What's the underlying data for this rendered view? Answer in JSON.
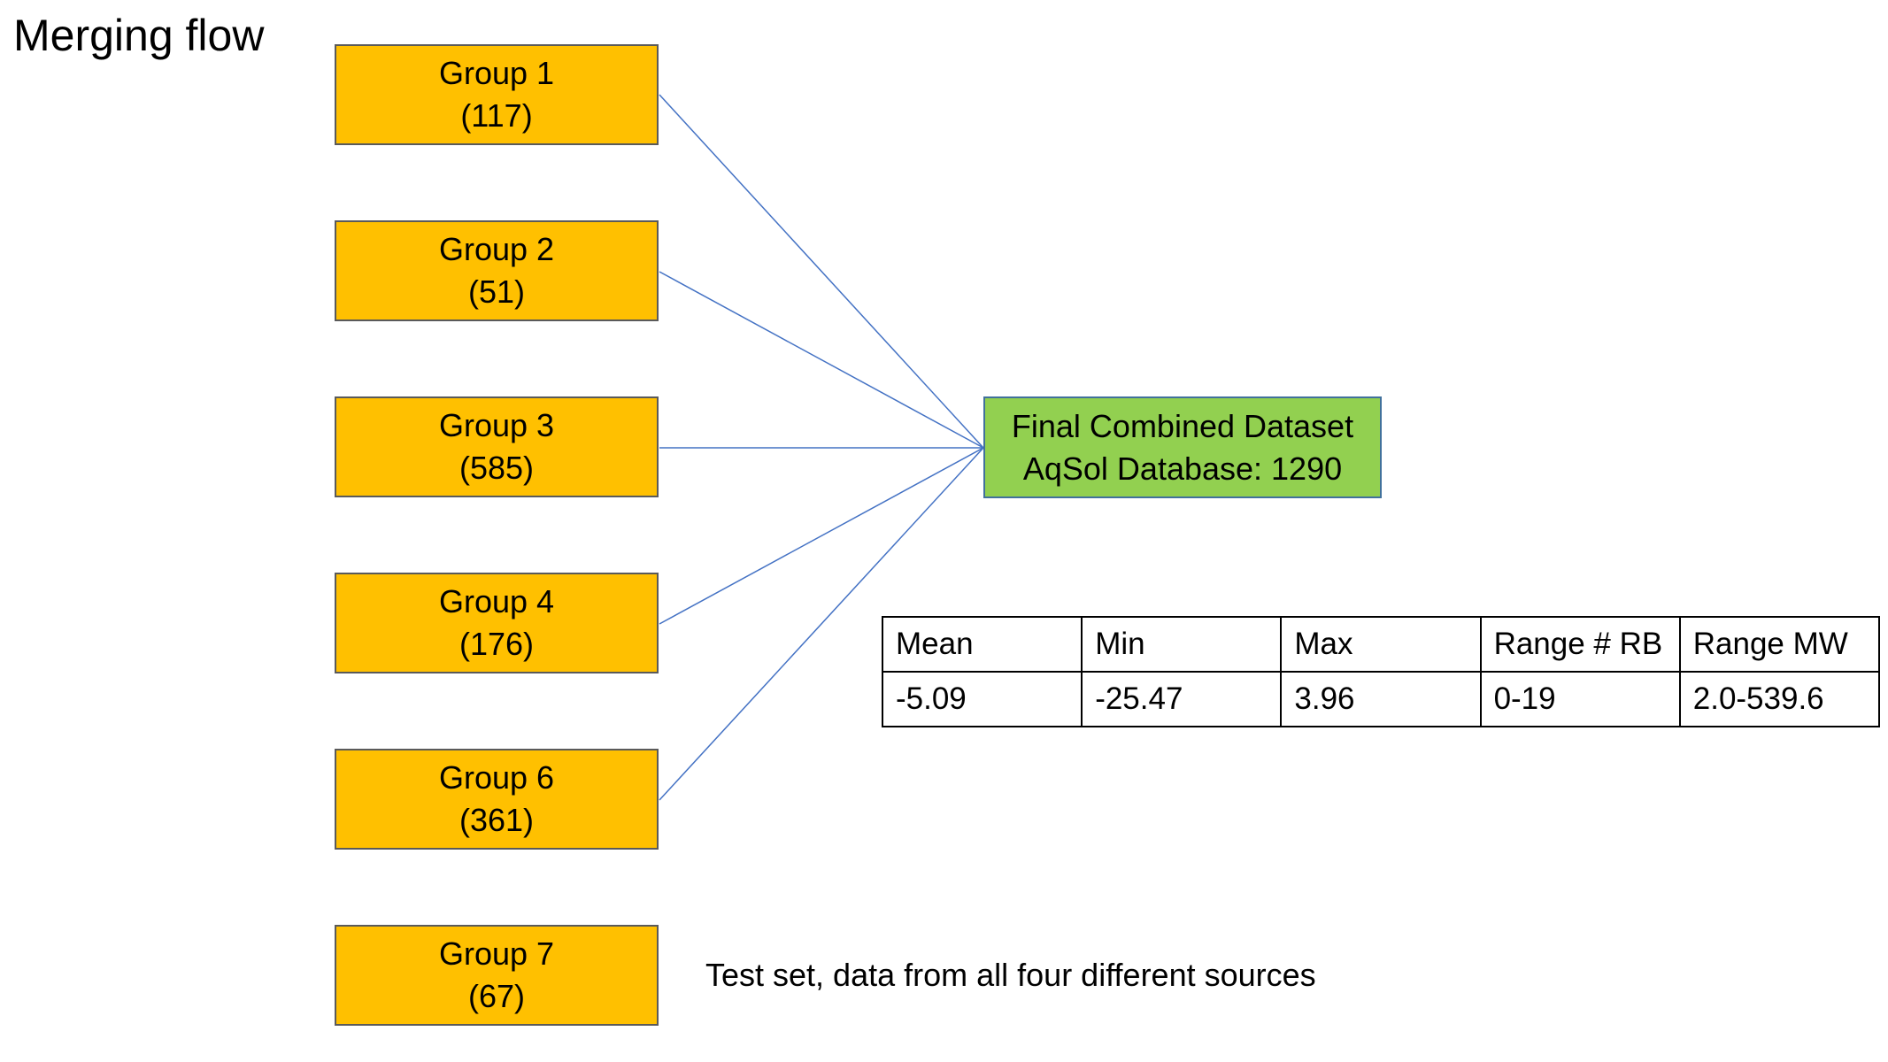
{
  "title": "Merging flow",
  "groups": [
    {
      "label": "Group 1",
      "count": "(117)"
    },
    {
      "label": "Group 2",
      "count": "(51)"
    },
    {
      "label": "Group 3",
      "count": "(585)"
    },
    {
      "label": "Group 4",
      "count": "(176)"
    },
    {
      "label": "Group 6",
      "count": "(361)"
    },
    {
      "label": "Group 7",
      "count": "(67)"
    }
  ],
  "final": {
    "line1": "Final Combined Dataset",
    "line2": "AqSol Database: 1290"
  },
  "stats": {
    "headers": [
      "Mean",
      "Min",
      "Max",
      "Range # RB",
      "Range MW"
    ],
    "values": [
      "-5.09",
      "-25.47",
      "3.96",
      "0-19",
      "2.0-539.6"
    ]
  },
  "note": "Test set, data from all four different sources",
  "colors": {
    "group_fill": "#FFC000",
    "final_fill": "#92D050",
    "connector": "#4472C4"
  }
}
